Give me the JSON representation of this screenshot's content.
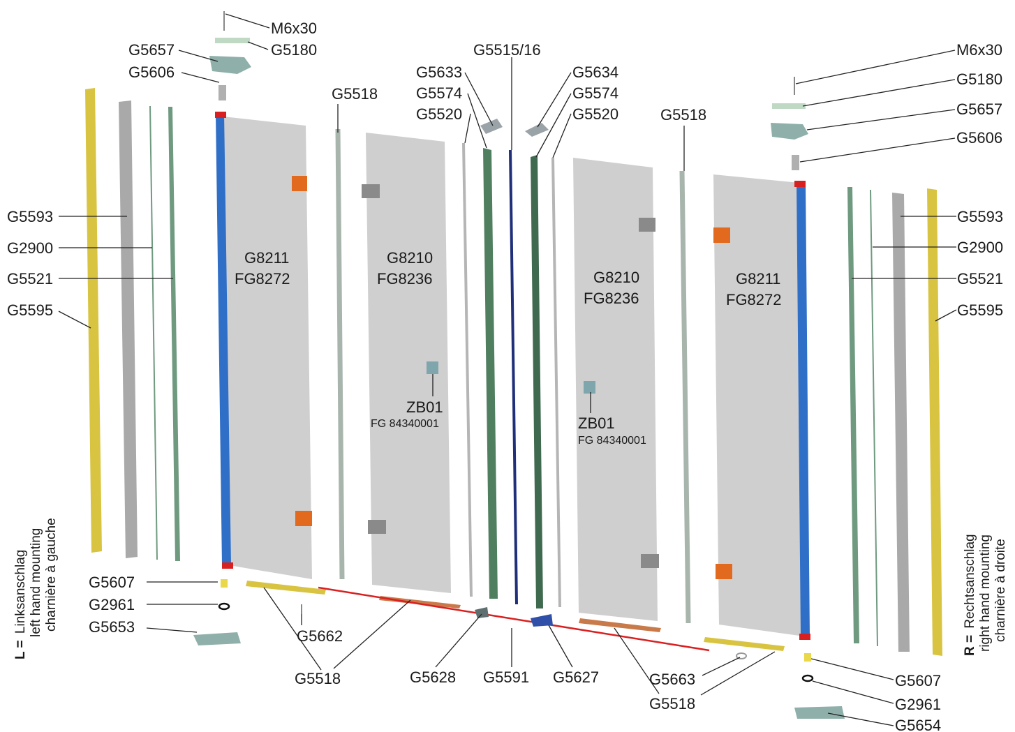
{
  "labels": {
    "m6x30_l": "M6x30",
    "g5180_l": "G5180",
    "g5657_l": "G5657",
    "g5606_l": "G5606",
    "g5518_top1": "G5518",
    "g5633": "G5633",
    "g5574_l": "G5574",
    "g5520_l": "G5520",
    "g5515": "G5515/16",
    "g5634": "G5634",
    "g5574_r": "G5574",
    "g5520_r": "G5520",
    "g5518_top2": "G5518",
    "m6x30_r": "M6x30",
    "g5180_r": "G5180",
    "g5657_r": "G5657",
    "g5606_r": "G5606",
    "g5593_l": "G5593",
    "g2900_l": "G2900",
    "g5521_l": "G5521",
    "g5595_l": "G5595",
    "g5593_r": "G5593",
    "g2900_r": "G2900",
    "g5521_r": "G5521",
    "g5595_r": "G5595",
    "panel1_a": "G8211",
    "panel1_b": "FG8272",
    "panel2_a": "G8210",
    "panel2_b": "FG8236",
    "panel3_a": "G8210",
    "panel3_b": "FG8236",
    "panel4_a": "G8211",
    "panel4_b": "FG8272",
    "zb01_l": "ZB01",
    "zb01_l_fg": "FG 84340001",
    "zb01_r": "ZB01",
    "zb01_r_fg": "FG 84340001",
    "g5607_l": "G5607",
    "g2961_l": "G2961",
    "g5653": "G5653",
    "g5662": "G5662",
    "g5518_b1": "G5518",
    "g5628": "G5628",
    "g5591": "G5591",
    "g5627": "G5627",
    "g5663": "G5663",
    "g5518_b2": "G5518",
    "g5607_r": "G5607",
    "g2961_r": "G2961",
    "g5654": "G5654"
  },
  "side_left": {
    "bold": "L =",
    "line1": "Linksanschlag",
    "line2": "left hand mounting",
    "line3": "charnière à gauche"
  },
  "side_right": {
    "bold": "R =",
    "line1": "Rechtsanschlag",
    "line2": "right hand mounting",
    "line3": "charnière à droite"
  },
  "colors": {
    "glass": "#cfcfcf",
    "yellow_profile": "#d9c441",
    "grey_profile": "#a9a9a9",
    "green_profile": "#6f9a80",
    "blue_profile": "#2f6fc8",
    "navy_profile": "#1f2f7a",
    "orange_hinge": "#e26a1f",
    "red_line": "#d92020",
    "bottom_rail": "#c97a4a"
  }
}
